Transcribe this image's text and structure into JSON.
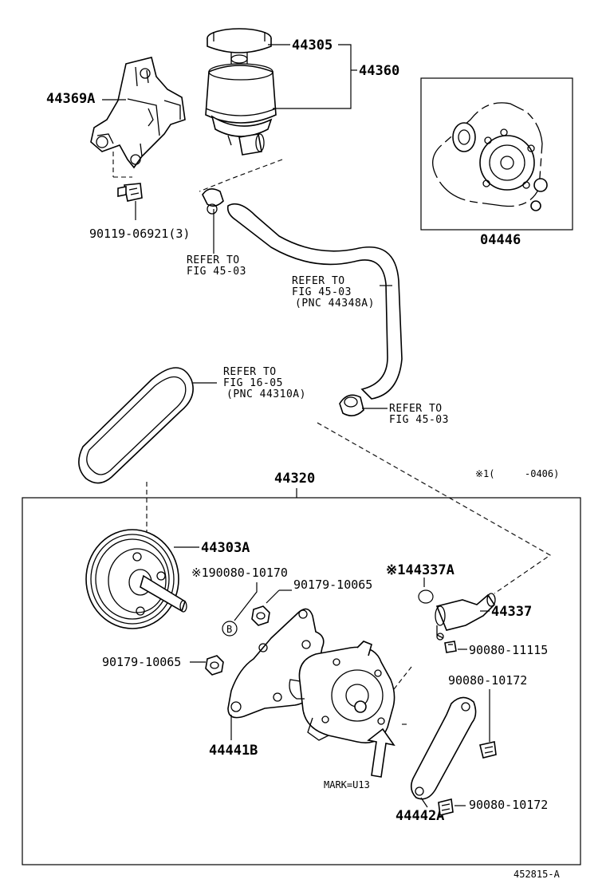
{
  "parts": {
    "p44305": "44305",
    "p44360": "44360",
    "p44369A": "44369A",
    "p90119": "90119-06921(3)",
    "p04446": "04446",
    "p44320": "44320",
    "p44303A": "44303A",
    "p90080_10170": "※190080-10170",
    "p90179_a": "90179-10065",
    "p90179_b": "90179-10065",
    "p44337A": "※144337A",
    "p44337": "44337",
    "p90080_11115": "90080-11115",
    "p90080_10172_a": "90080-10172",
    "p90080_10172_b": "90080-10172",
    "p44441B": "44441B",
    "p44442A": "44442A",
    "mark": "MARK=U13",
    "circle_b": "B"
  },
  "refs": {
    "r1_l1": "REFER TO",
    "r1_l2": "FIG 45-03",
    "r2_l1": "REFER TO",
    "r2_l2": "FIG 45-03",
    "r2_l3": "(PNC 44348A)",
    "r3_l1": "REFER TO",
    "r3_l2": "FIG 16-05",
    "r3_l3": "(PNC 44310A)",
    "r4_l1": "REFER TO",
    "r4_l2": "FIG 45-03"
  },
  "note": {
    "symbol": "※1(",
    "range": "-0406)"
  },
  "footer": {
    "code": "452815-A"
  }
}
